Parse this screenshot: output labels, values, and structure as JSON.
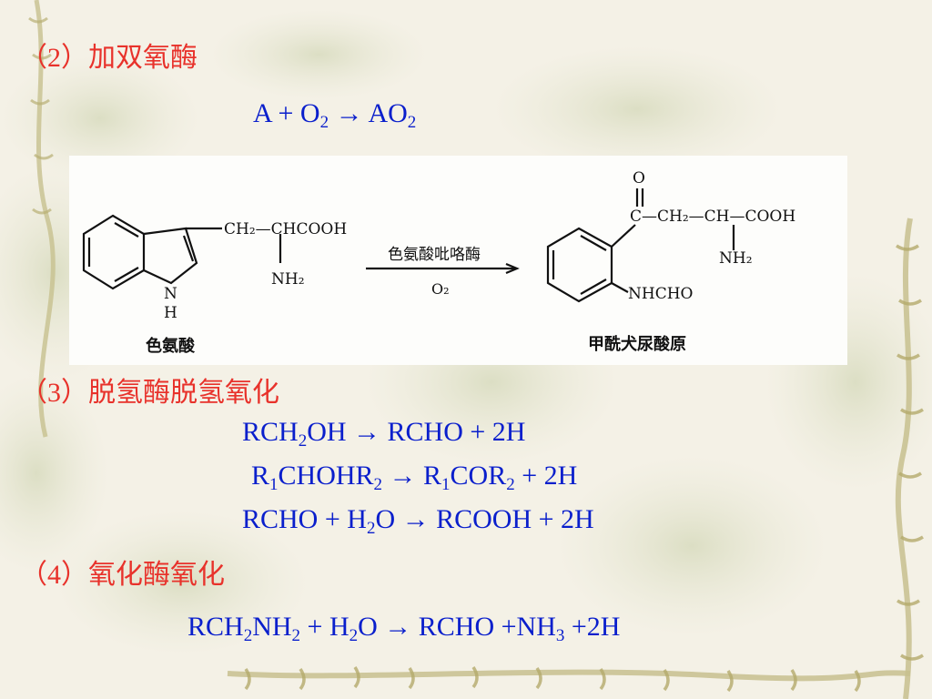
{
  "section2": {
    "heading": "（2）加双氧酶",
    "equation": [
      {
        "t": "A + O"
      },
      {
        "sub": "2"
      },
      {
        "t": " → AO"
      },
      {
        "sub": "2"
      }
    ]
  },
  "figure": {
    "reactant": {
      "side_chain_top": "CH₂—CHCOOH",
      "side_chain_bottom": "NH₂",
      "ring_atom": "N",
      "ring_atom_h": "H",
      "caption": "色氨酸"
    },
    "arrow": {
      "enzyme": "色氨酸吡咯酶",
      "cofactor": "O₂"
    },
    "product": {
      "carbonyl_o": "O",
      "chain": "C—CH₂—CH—COOH",
      "amine": "NH₂",
      "substituent": "NHCHO",
      "caption": "甲酰犬尿酸原"
    }
  },
  "section3": {
    "heading": "（3）脱氢酶脱氢氧化",
    "equations": [
      [
        {
          "t": "RCH"
        },
        {
          "sub": "2"
        },
        {
          "t": "OH → RCHO + 2H"
        }
      ],
      [
        {
          "t": "R"
        },
        {
          "sub": "1"
        },
        {
          "t": "CHOHR"
        },
        {
          "sub": "2"
        },
        {
          "t": "  → R"
        },
        {
          "sub": "1"
        },
        {
          "t": "COR"
        },
        {
          "sub": "2"
        },
        {
          "t": " + 2H"
        }
      ],
      [
        {
          "t": "RCHO + H"
        },
        {
          "sub": "2"
        },
        {
          "t": "O → RCOOH + 2H"
        }
      ]
    ]
  },
  "section4": {
    "heading": "（4）氧化酶氧化",
    "equation": [
      {
        "t": "RCH"
      },
      {
        "sub": "2"
      },
      {
        "t": "NH"
      },
      {
        "sub": "2"
      },
      {
        "t": " + H"
      },
      {
        "sub": "2"
      },
      {
        "t": "O → RCHO +NH"
      },
      {
        "sub": "3"
      },
      {
        "t": " +2H"
      }
    ]
  },
  "colors": {
    "heading": "#e8322b",
    "equation": "#0a1fcc",
    "background": "#f4f1e6"
  }
}
